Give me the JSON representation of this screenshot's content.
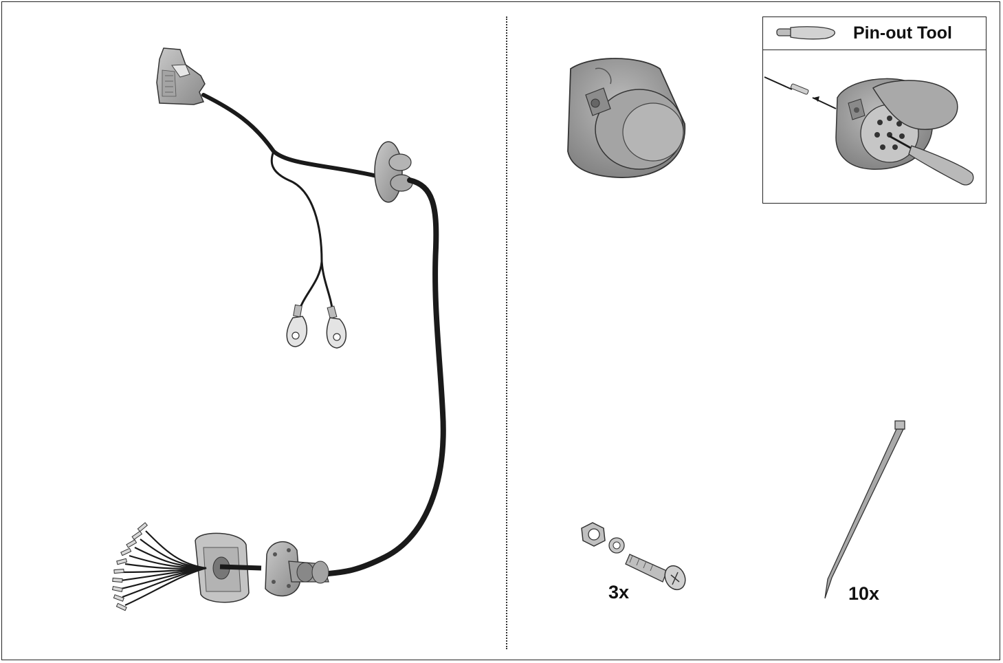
{
  "inset": {
    "title": "Pin-out Tool"
  },
  "parts": {
    "bolt_quantity": "3x",
    "cable_tie_quantity": "10x"
  },
  "icons": {
    "harness": "wiring-harness-icon",
    "socket": "trailer-socket-icon",
    "tool": "pin-out-tool-icon",
    "bolt": "bolt-nut-washer-icon",
    "tie": "cable-tie-icon"
  },
  "colors": {
    "line": "#222222",
    "part_gray": "#9a9a9a",
    "cable": "#1a1a1a"
  }
}
